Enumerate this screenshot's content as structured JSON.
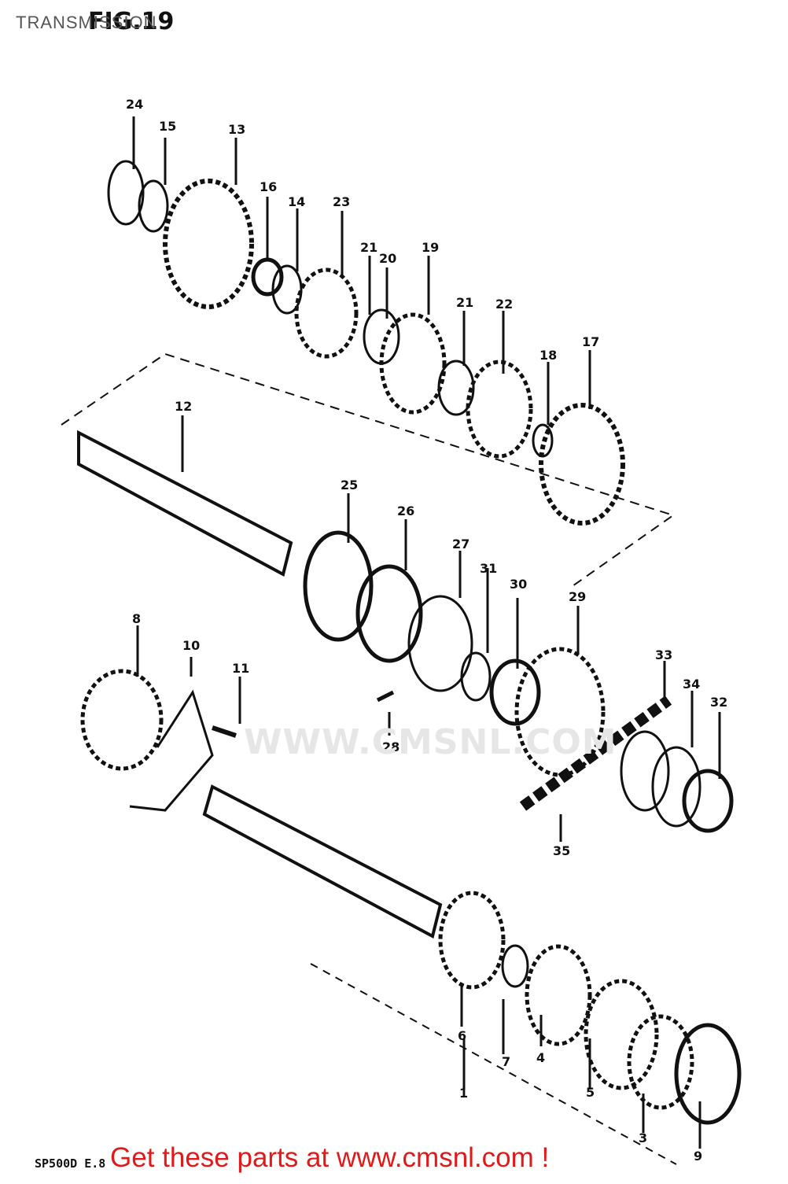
{
  "header": {
    "section": "TRANSMISSION",
    "figure": "FIG.19"
  },
  "watermark": "WWW.CMSNL.COM",
  "footer": {
    "code": "SP500D E.8",
    "cta": "Get these parts at www.cmsnl.com !"
  },
  "callouts": [
    "24",
    "15",
    "13",
    "16",
    "14",
    "23",
    "21",
    "20",
    "19",
    "21",
    "22",
    "18",
    "17",
    "12",
    "25",
    "26",
    "27",
    "31",
    "30",
    "29",
    "8",
    "10",
    "11",
    "33",
    "34",
    "32",
    "28",
    "35",
    "6",
    "7",
    "4",
    "5",
    "1",
    "3",
    "9"
  ]
}
